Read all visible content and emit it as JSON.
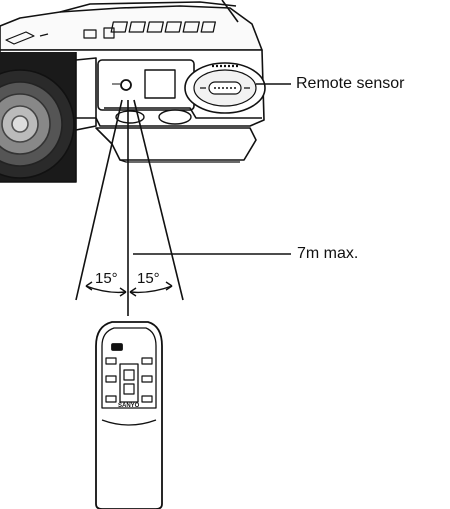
{
  "callouts": {
    "sensor_label": "Remote sensor",
    "range_label": "7m max."
  },
  "angles": {
    "left": "15°",
    "right": "15°"
  },
  "remote": {
    "brand": "SANYO"
  }
}
